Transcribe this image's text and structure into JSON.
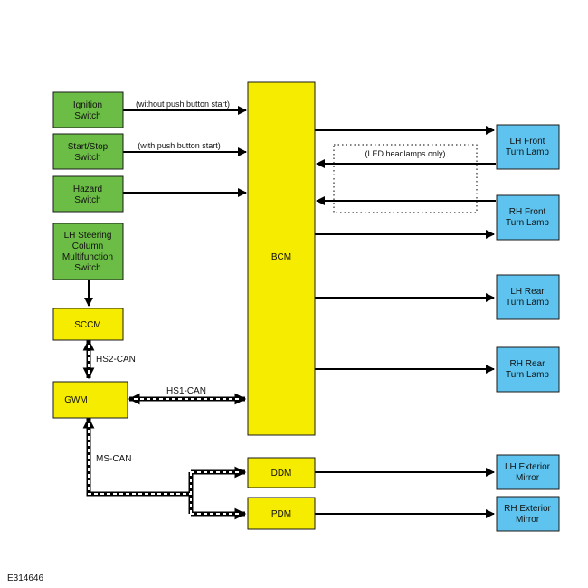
{
  "boxes": {
    "ignition": [
      "Ignition",
      "Switch"
    ],
    "startstop": [
      "Start/Stop",
      "Switch"
    ],
    "hazard": [
      "Hazard",
      "Switch"
    ],
    "lhsteer": [
      "LH Steering",
      "Column",
      "Multifunction",
      "Switch"
    ],
    "sccm": "SCCM",
    "gwm": "GWM",
    "bcm": "BCM",
    "ddm": "DDM",
    "pdm": "PDM",
    "lhfront": [
      "LH Front",
      "Turn Lamp"
    ],
    "rhfront": [
      "RH Front",
      "Turn Lamp"
    ],
    "lhrear": [
      "LH Rear",
      "Turn Lamp"
    ],
    "rhrear": [
      "RH Rear",
      "Turn Lamp"
    ],
    "lhmirror": [
      "LH Exterior",
      "Mirror"
    ],
    "rhmirror": [
      "RH Exterior",
      "Mirror"
    ]
  },
  "labels": {
    "without_push": "(without push button start)",
    "with_push": "(with push button start)",
    "led_only": "(LED headlamps only)",
    "hs2": "HS2-CAN",
    "hs1": "HS1-CAN",
    "ms": "MS-CAN"
  },
  "figure_id": "E314646"
}
